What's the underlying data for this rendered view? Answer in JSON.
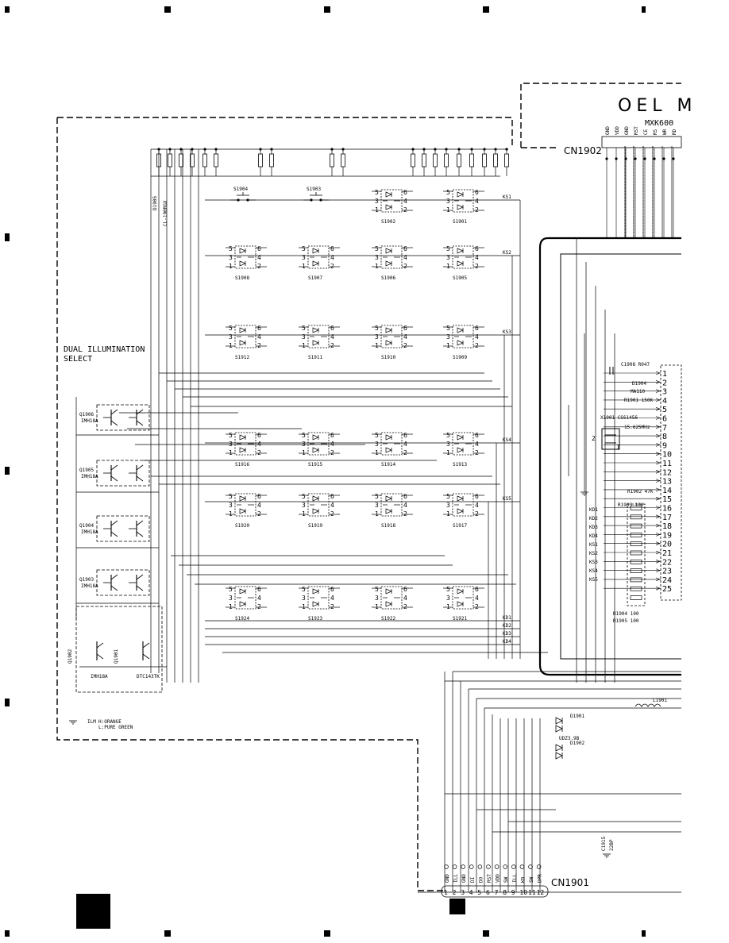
{
  "module": {
    "title": "OEL M",
    "subtitle": "MXK600"
  },
  "section_label": {
    "line1": "DUAL ILLUMINATION",
    "line2": "SELECT"
  },
  "connectors": {
    "top": "CN1902",
    "bottom": "CN1901",
    "top_pins": [
      "GND",
      "VDD",
      "GND",
      "RST",
      "CE",
      "RS",
      "WR",
      "RD"
    ],
    "bottom_pins": [
      "GND",
      "ILL",
      "GND",
      "DI",
      "DO",
      "RST",
      "VDD",
      "SW",
      "ILL",
      "KD",
      "SW",
      "DPR"
    ]
  },
  "switches": {
    "row1": [
      "S1902",
      "S1901"
    ],
    "row2": [
      "S1908",
      "S1907",
      "S1906",
      "S1905"
    ],
    "row3": [
      "S1912",
      "S1911",
      "S1910",
      "S1909"
    ],
    "row4": [
      "S1916",
      "S1915",
      "S1914",
      "S1913"
    ],
    "row5": [
      "S1920",
      "S1919",
      "S1918",
      "S1917"
    ],
    "row6": [
      "S1924",
      "S1923",
      "S1922",
      "S1921"
    ],
    "top_push": [
      "S1904",
      "S1903"
    ]
  },
  "key_lines": [
    "KS1",
    "KS2",
    "KS3",
    "KS4",
    "KS5"
  ],
  "drive_lines": [
    "KD1",
    "KD2",
    "KD3",
    "KD4"
  ],
  "transistors": [
    {
      "ref": "Q1906",
      "part": "IMH18A"
    },
    {
      "ref": "Q1905",
      "part": "IMH18A"
    },
    {
      "ref": "Q1904",
      "part": "IMH18A"
    },
    {
      "ref": "Q1903",
      "part": "IMH18A"
    },
    {
      "ref": "Q1902",
      "part": "IMH18A"
    },
    {
      "ref": "Q1901",
      "part": "DTC143TK"
    }
  ],
  "ic_pins": [
    "1",
    "2",
    "3",
    "4",
    "5",
    "6",
    "7",
    "8",
    "9",
    "10",
    "11",
    "12",
    "13",
    "14",
    "15",
    "16",
    "17",
    "18",
    "19",
    "20",
    "21",
    "22",
    "23",
    "24",
    "25"
  ],
  "components": {
    "crystal": "X1901 CSS1456",
    "crystal_freq": "15.625MHz",
    "cap1": "C1908 R047",
    "diode1": "D1904",
    "diode_part": "MA110",
    "res1": "R1901 150K",
    "res_net": "R1903 100",
    "res2": "R1902 47K",
    "res3": "R1904 100",
    "res4": "R1905 100",
    "d1901": "D1901",
    "d1902": "D1902",
    "zener": "UDZ3.9B",
    "l1901": "L1901",
    "c1915": "C1915",
    "c1915_val": "22BP",
    "led": "D1905",
    "led_part": "CL-190RGX"
  },
  "legend": {
    "ilm": "ILM",
    "h": "H:ORANGE",
    "l": "L:PURE GREEN"
  },
  "page_index_marker": ""
}
